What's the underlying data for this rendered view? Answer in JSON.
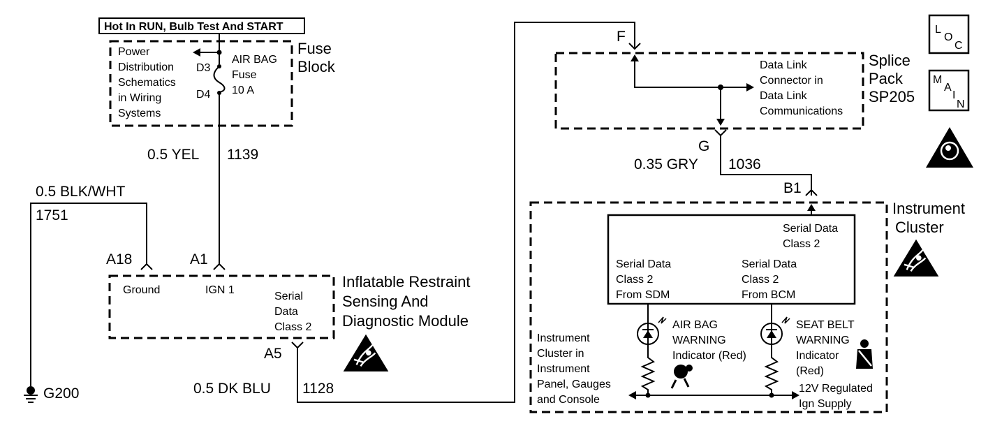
{
  "header": {
    "power_label": "Hot In RUN, Bulb Test And START"
  },
  "fuse_block": {
    "title_line1": "Fuse",
    "title_line2": "Block",
    "pds_lines": [
      "Power",
      "Distribution",
      "Schematics",
      "in Wiring",
      "Systems"
    ],
    "pin_d3": "D3",
    "pin_d4": "D4",
    "fuse_lines": [
      "AIR BAG",
      "Fuse",
      "10 A"
    ]
  },
  "wires": {
    "yel_gauge": "0.5 YEL",
    "yel_circuit": "1139",
    "blkwht_gauge": "0.5 BLK/WHT",
    "blkwht_circuit": "1751",
    "dkblu_gauge": "0.5 DK BLU",
    "dkblu_circuit": "1128",
    "gry_gauge": "0.35 GRY",
    "gry_circuit": "1036"
  },
  "ground": {
    "label": "G200"
  },
  "sdm": {
    "pin_a18": "A18",
    "pin_a1": "A1",
    "pin_a5": "A5",
    "ground_label": "Ground",
    "ign_label": "IGN 1",
    "serial_lines": [
      "Serial",
      "Data",
      "Class 2"
    ],
    "title_lines": [
      "Inflatable Restraint",
      "Sensing And",
      "Diagnostic Module"
    ]
  },
  "splice_pack": {
    "pin_f": "F",
    "pin_g": "G",
    "dlc_lines": [
      "Data Link",
      "Connector in",
      "Data Link",
      "Communications"
    ],
    "title_lines": [
      "Splice",
      "Pack",
      "SP205"
    ]
  },
  "badges": {
    "loc": [
      "L",
      "O",
      "C"
    ],
    "main": [
      "M",
      "A",
      "I",
      "N"
    ]
  },
  "instrument_cluster": {
    "pin_b1": "B1",
    "title_lines": [
      "Instrument",
      "Cluster"
    ],
    "serial_top": [
      "Serial Data",
      "Class 2"
    ],
    "serial_sdm": [
      "Serial Data",
      "Class 2",
      "From SDM"
    ],
    "serial_bcm": [
      "Serial Data",
      "Class 2",
      "From BCM"
    ],
    "airbag_lines": [
      "AIR BAG",
      "WARNING",
      "Indicator  (Red)"
    ],
    "seatbelt_lines": [
      "SEAT BELT",
      "WARNING",
      "Indicator",
      "(Red)"
    ],
    "panel_lines": [
      "Instrument",
      "Cluster in",
      "Instrument",
      "Panel, Gauges",
      "and Console"
    ],
    "supply_lines": [
      "12V Regulated",
      "Ign Supply"
    ]
  }
}
